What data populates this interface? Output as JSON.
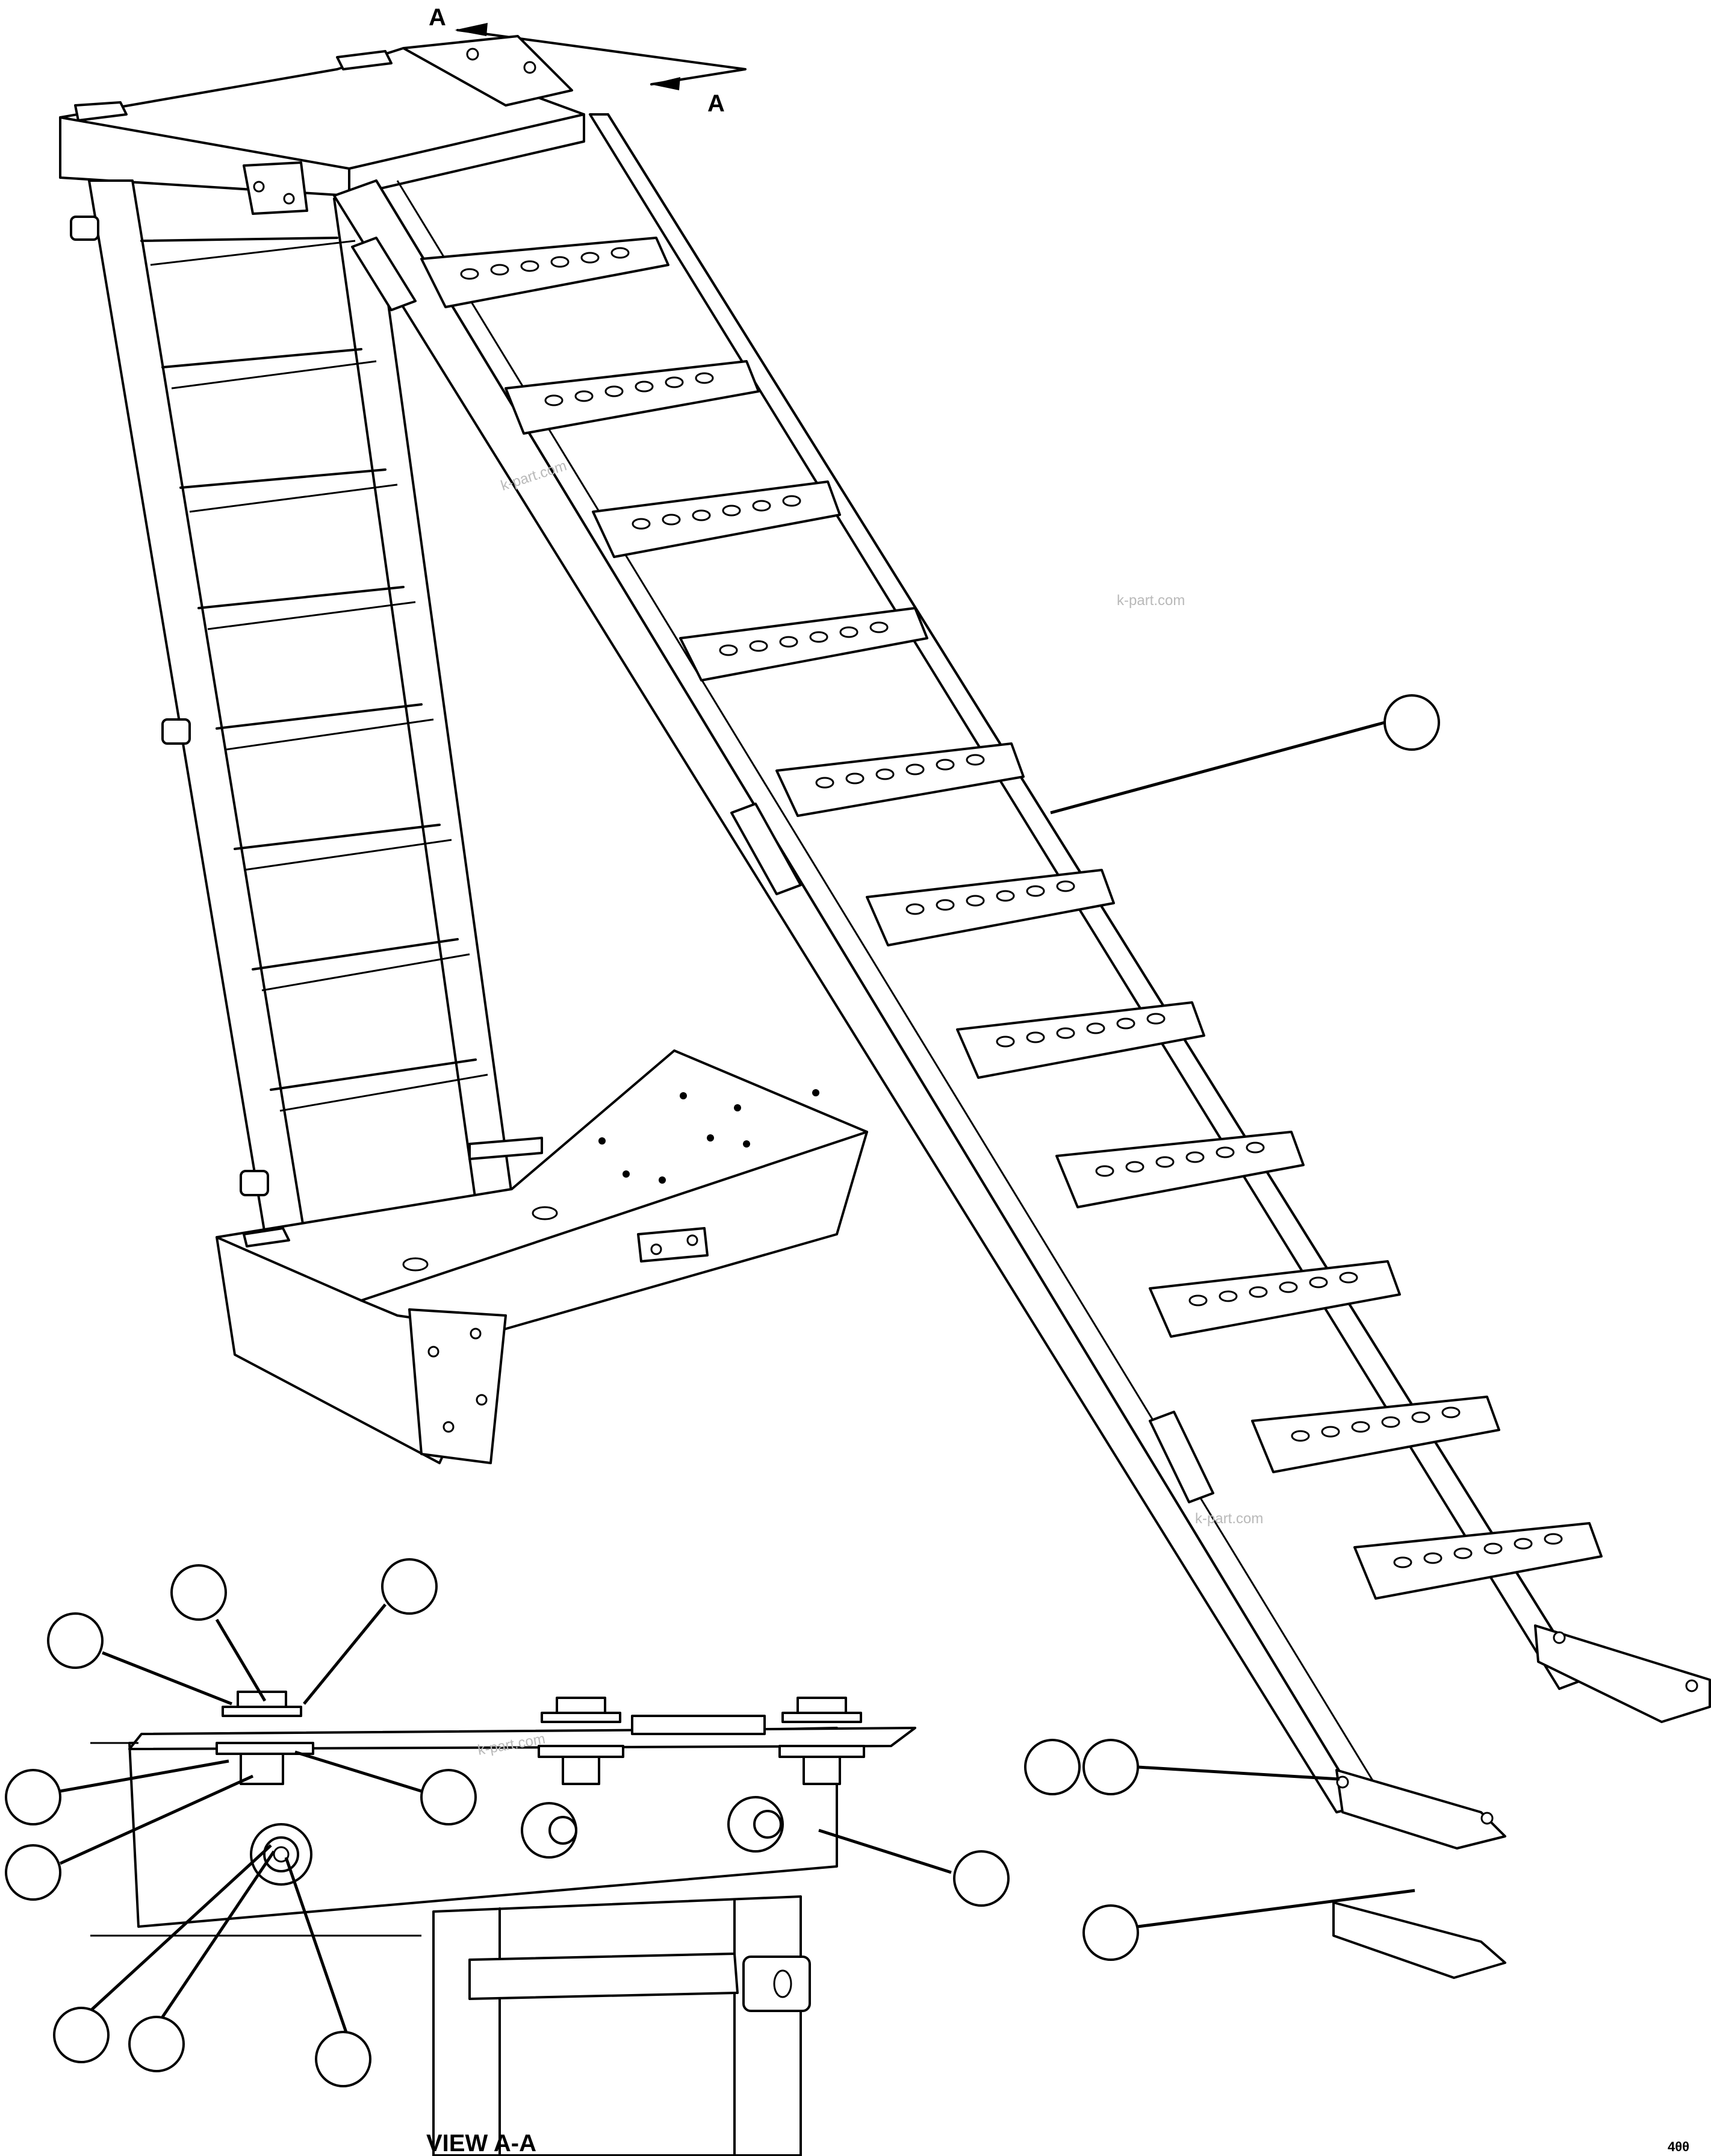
{
  "section_marker": {
    "top": "A",
    "bottom": "A"
  },
  "view_label": "VIEW A-A",
  "page_code": "4θθ",
  "watermarks": [
    "k-part.com",
    "k-part.com",
    "k-part.com",
    "k-part.com"
  ]
}
